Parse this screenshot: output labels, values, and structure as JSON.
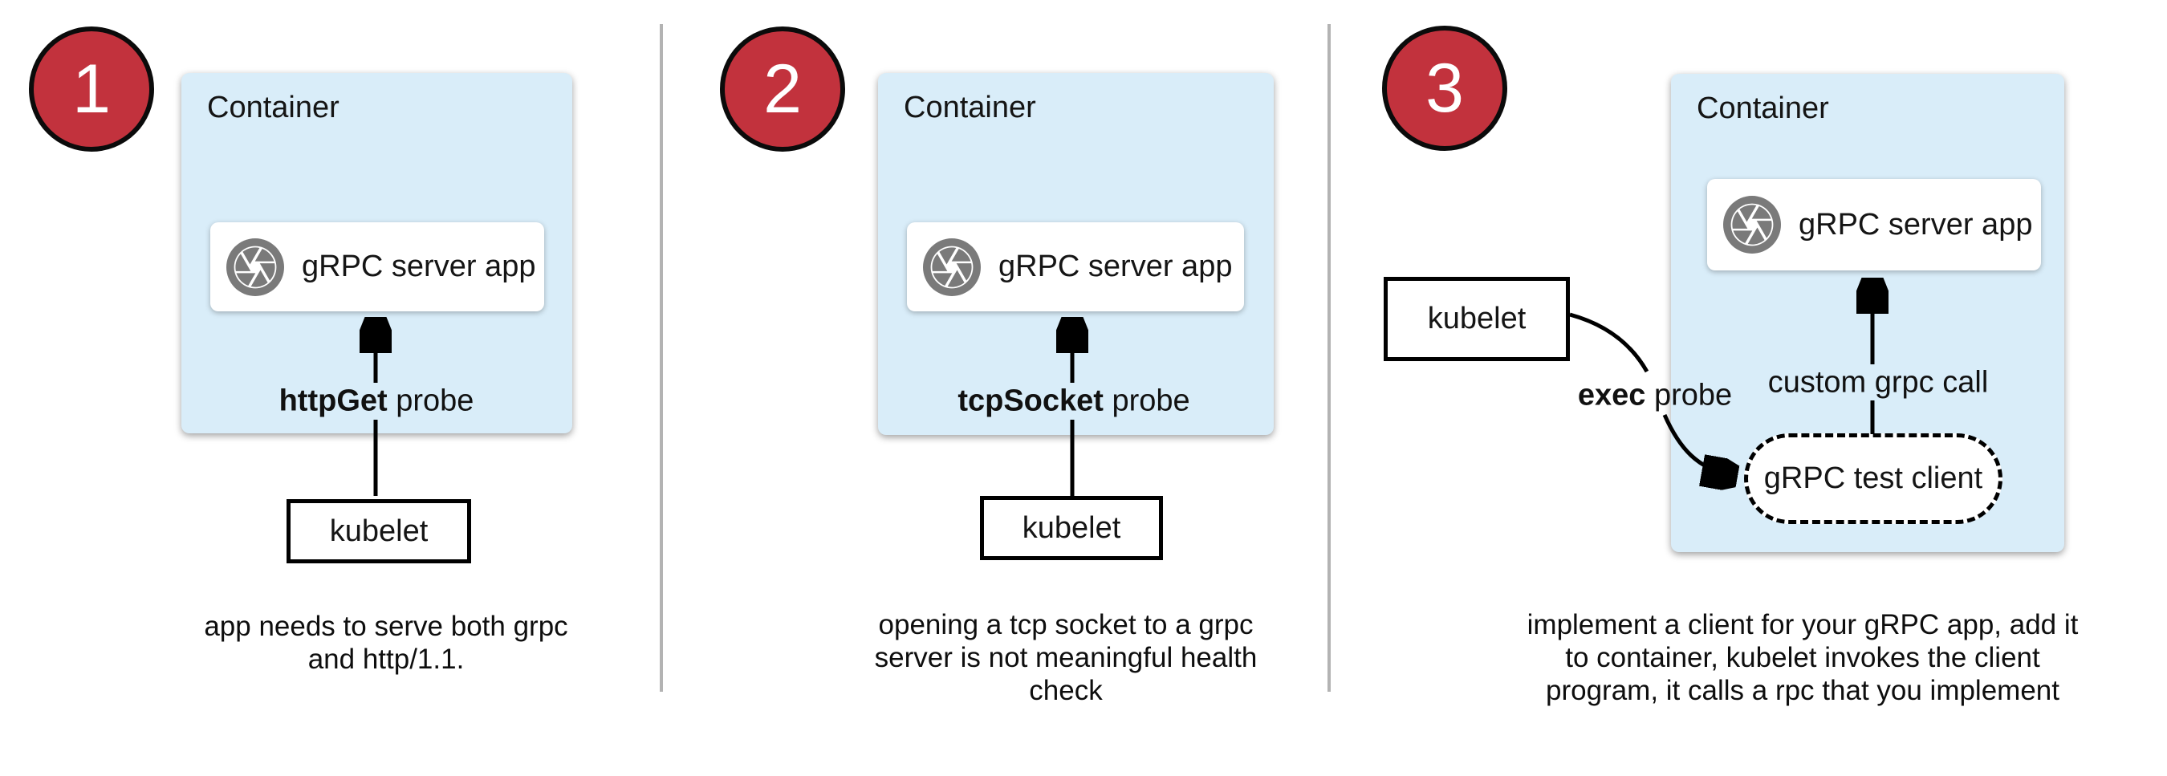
{
  "colors": {
    "container_fill": "#d9edf9",
    "badge_fill": "#c2323d",
    "badge_border": "#0b0b0b",
    "icon_gray": "#7a7a7a",
    "divider_gray": "#b3b3b3",
    "arrow_black": "#000000"
  },
  "panels": [
    {
      "badge": "1",
      "container_label": "Container",
      "app_icon": "aperture-icon",
      "app_box_label": "gRPC server app",
      "probe_bold": "httpGet",
      "probe_rest": " probe",
      "kubelet_label": "kubelet",
      "caption_lines": [
        "app needs to serve both grpc",
        "and http/1.1."
      ]
    },
    {
      "badge": "2",
      "container_label": "Container",
      "app_icon": "aperture-icon",
      "app_box_label": "gRPC server app",
      "probe_bold": "tcpSocket",
      "probe_rest": " probe",
      "kubelet_label": "kubelet",
      "caption_lines": [
        "opening a tcp socket to a grpc",
        "server is not meaningful health",
        "check"
      ]
    },
    {
      "badge": "3",
      "container_label": "Container",
      "app_icon": "aperture-icon",
      "app_box_label": "gRPC server app",
      "probe_bold": "exec",
      "probe_rest": " probe",
      "kubelet_label": "kubelet",
      "grpc_call_label": "custom grpc call",
      "test_client_label": "gRPC test client",
      "caption_lines": [
        "implement a client for your gRPC app, add it",
        "to container, kubelet invokes the client",
        "program, it calls a rpc that you implement"
      ]
    }
  ]
}
